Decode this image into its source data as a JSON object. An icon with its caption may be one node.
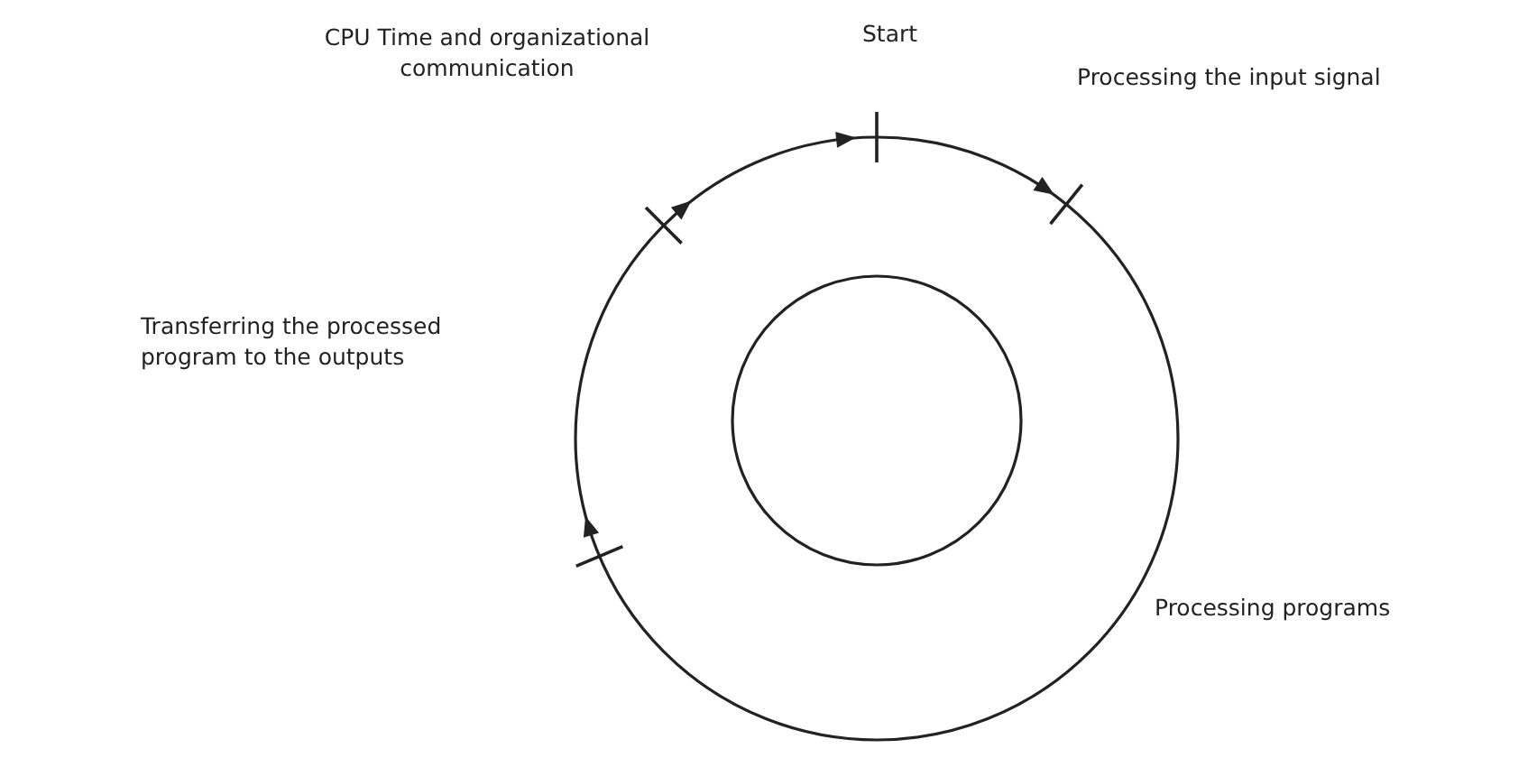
{
  "diagram": {
    "labels": [
      "CPU Time and organizational communication",
      "Start",
      "Processing the input signal",
      "Transferring the processed program to the outputs",
      "Processing programs"
    ]
  }
}
